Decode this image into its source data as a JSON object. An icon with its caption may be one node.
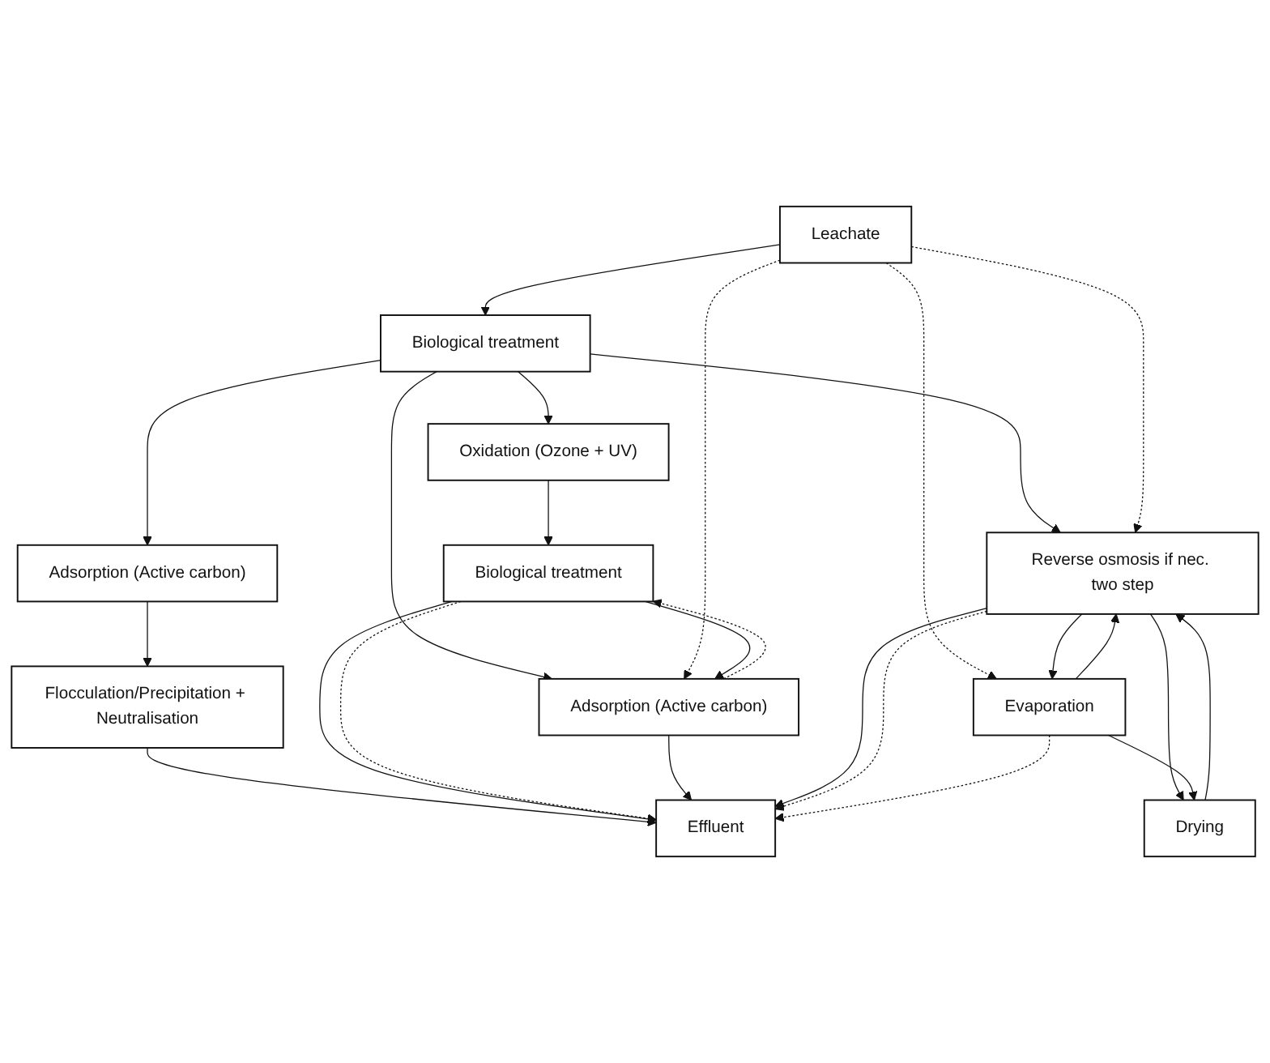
{
  "diagram": {
    "nodes": [
      {
        "text": [
          "Leachate"
        ]
      },
      {
        "text": [
          "Biological treatment"
        ]
      },
      {
        "text": [
          "Adsorption (Active carbon)"
        ]
      },
      {
        "text": [
          "Flocculation/Precipitation + Neutralisation"
        ]
      },
      {
        "text": [
          "Oxidation (Ozone + UV)"
        ]
      },
      {
        "text": [
          "Biological treatment"
        ]
      },
      {
        "text": [
          "Adsorption (Active carbon)"
        ]
      },
      {
        "text": [
          "Reverse osmosis if nec. two step"
        ]
      },
      {
        "text": [
          "Evaporation"
        ]
      },
      {
        "text": [
          "Drying"
        ]
      },
      {
        "text": [
          "Effluent"
        ]
      }
    ],
    "edges": [
      {
        "from": 0,
        "to": 1,
        "arrow": "to"
      },
      {
        "from": 1,
        "to": 2,
        "arrow": "to"
      },
      {
        "from": 1,
        "to": 4,
        "arrow": "to"
      },
      {
        "from": 1,
        "to": 6,
        "arrow": "to"
      },
      {
        "from": 1,
        "to": 7,
        "arrow": "to"
      },
      {
        "from": 0,
        "to": 6,
        "arrow": "to",
        "style": "dashed"
      },
      {
        "from": 0,
        "to": 7,
        "arrow": "to",
        "style": "dashed"
      },
      {
        "from": 0,
        "to": 8,
        "arrow": "to",
        "style": "dashed"
      },
      {
        "from": 2,
        "to": 3,
        "arrow": "to"
      },
      {
        "from": 4,
        "to": 5,
        "arrow": "to"
      },
      {
        "from": 5,
        "to": 6,
        "arrow": "to"
      },
      {
        "from": 6,
        "to": 5,
        "arrow": "to",
        "style": "dashed"
      },
      {
        "from": 3,
        "to": 10,
        "arrow": "to"
      },
      {
        "from": 5,
        "to": 10,
        "arrow": "to"
      },
      {
        "from": 5,
        "to": 10,
        "arrow": "to",
        "style": "dashed"
      },
      {
        "from": 6,
        "to": 10,
        "arrow": "to"
      },
      {
        "from": 7,
        "to": 10,
        "arrow": "to"
      },
      {
        "from": 7,
        "to": 10,
        "arrow": "to",
        "style": "dashed"
      },
      {
        "from": 7,
        "to": 8,
        "arrow": "to"
      },
      {
        "from": 8,
        "to": 7,
        "arrow": "to"
      },
      {
        "from": 7,
        "to": 9,
        "arrow": "to"
      },
      {
        "from": 9,
        "to": 7,
        "arrow": "to"
      },
      {
        "from": 8,
        "to": 9,
        "arrow": "to"
      },
      {
        "from": 8,
        "to": 10,
        "arrow": "to",
        "style": "dashed"
      }
    ]
  }
}
